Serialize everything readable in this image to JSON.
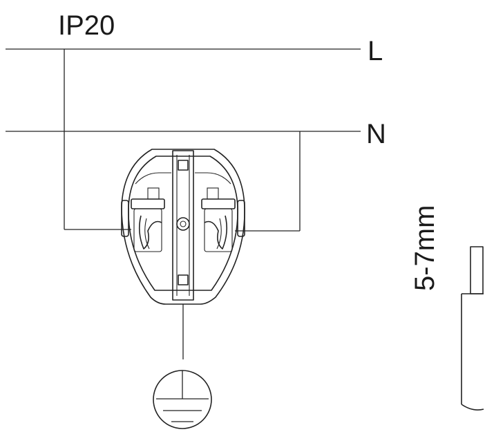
{
  "labels": {
    "rating": "IP20",
    "line": "L",
    "neutral": "N",
    "strip_length": "5-7mm"
  },
  "colors": {
    "line_color": "#222222",
    "background": "#ffffff"
  }
}
